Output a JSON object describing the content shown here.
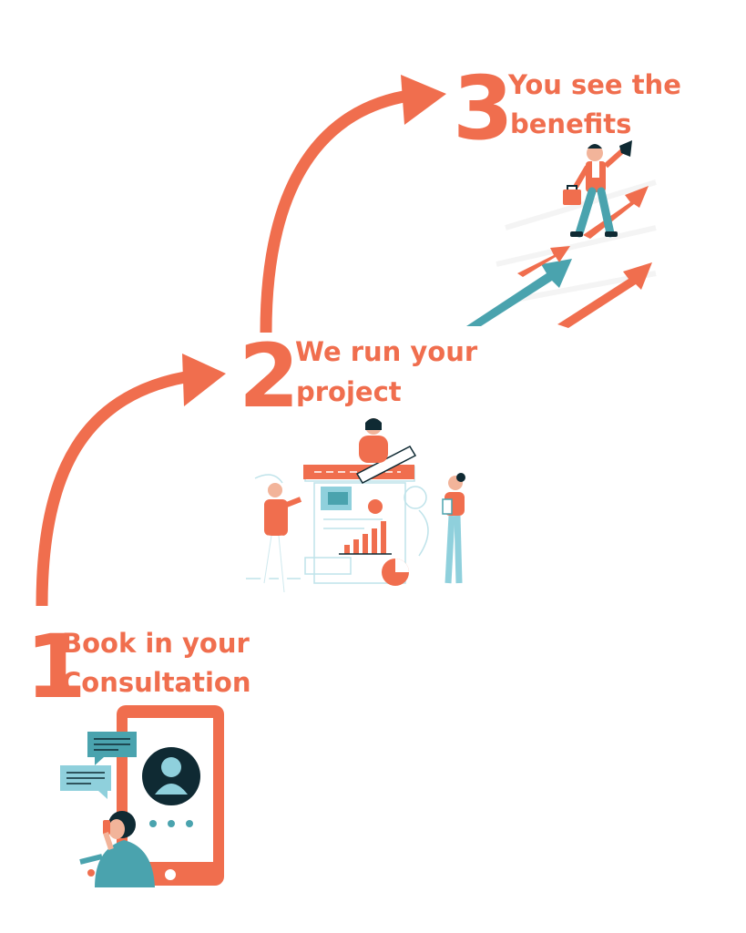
{
  "colors": {
    "accent": "#f06e4e",
    "teal": "#4aa3ae",
    "light_teal": "#8fd0dc",
    "dark": "#0f2a33",
    "line": "#bfe3ea"
  },
  "steps": [
    {
      "number": "1",
      "line1": "Book in your",
      "line2": "Consultation",
      "illustration": "phone-consultation-illustration"
    },
    {
      "number": "2",
      "line1": "We run your",
      "line2": "project",
      "illustration": "project-team-illustration"
    },
    {
      "number": "3",
      "line1": "You see the",
      "line2": "benefits",
      "illustration": "growth-arrows-illustration"
    }
  ]
}
